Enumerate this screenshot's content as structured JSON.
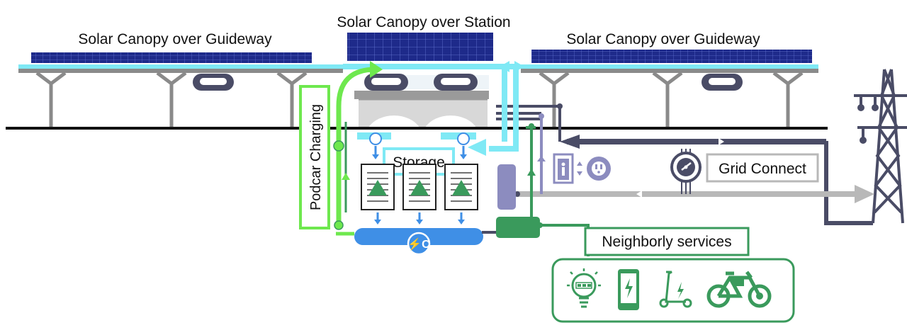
{
  "labels": {
    "canopy_left": "Solar Canopy over Guideway",
    "canopy_station": "Solar Canopy over Station",
    "canopy_right": "Solar Canopy over Guideway",
    "podcar_charging": "Podcar Charging",
    "storage": "Storage",
    "grid_connect": "Grid Connect",
    "neighborly_services": "Neighborly services"
  },
  "icons": {
    "service_items": [
      "lightbulb-icon",
      "smartphone-charging-icon",
      "e-scooter-icon",
      "e-bike-icon"
    ],
    "other": [
      "battery-icon",
      "elevator-icon",
      "power-outlet-icon",
      "electric-meter-icon",
      "transmission-tower-icon",
      "capacitor-icon",
      "podcar-icon"
    ]
  },
  "colors": {
    "solar_panel": "#1e2a8a",
    "cyan_flow": "#7fe9f5",
    "podcar_green": "#6ee84e",
    "service_green": "#3a9a5c",
    "storage_blue": "#3f8fe6",
    "grid_dark": "#4a4c66",
    "grid_gray": "#b8b8b8",
    "lavender": "#8c8cbf"
  }
}
